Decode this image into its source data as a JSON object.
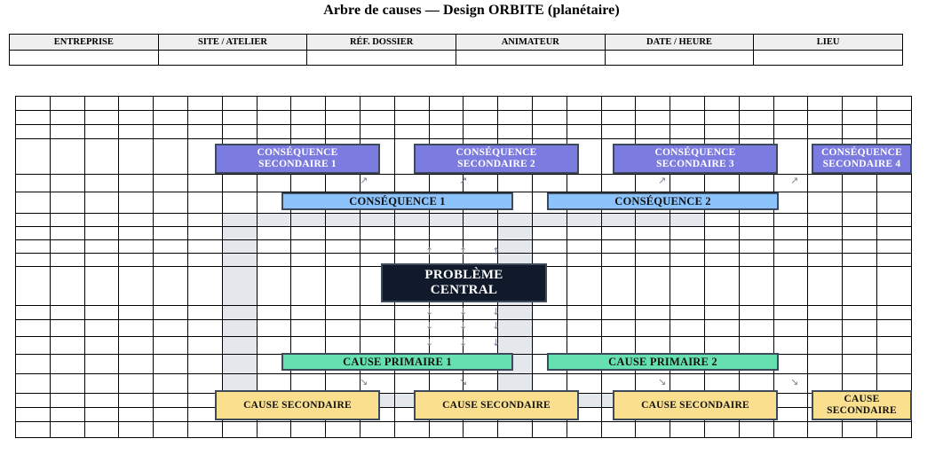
{
  "document": {
    "title": "Arbre de causes — Design ORBITE (planétaire)"
  },
  "header_table": {
    "columns": [
      "ENTREPRISE",
      "SITE / ATELIER",
      "RÉF. DOSSIER",
      "ANIMATEUR",
      "DATE / HEURE",
      "LIEU"
    ],
    "values": [
      "",
      "",
      "",
      "",
      "",
      ""
    ]
  },
  "diagram": {
    "grid": {
      "columns": 26,
      "rows": 19
    },
    "colors": {
      "consequence_secondaire": "#7b7be0",
      "consequence": "#8cc3fb",
      "probleme_central": "#111a2b",
      "cause_primaire": "#66e0b0",
      "cause_secondaire": "#fadf8e",
      "node_border": "#3d4a5c",
      "grid_line": "#000000",
      "shaded_cell": "#e4e7eb",
      "arrow": "#7a8292"
    },
    "nodes": {
      "consequences_secondaires": [
        {
          "label": "CONSÉQUENCE\nSECONDAIRE 1"
        },
        {
          "label": "CONSÉQUENCE\nSECONDAIRE 2"
        },
        {
          "label": "CONSÉQUENCE\nSECONDAIRE 3"
        },
        {
          "label": "CONSÉQUENCE\nSECONDAIRE 4"
        }
      ],
      "consequences": [
        {
          "label": "CONSÉQUENCE 1"
        },
        {
          "label": "CONSÉQUENCE 2"
        }
      ],
      "central": {
        "label": "PROBLÈME\nCENTRAL"
      },
      "causes_primaires": [
        {
          "label": "CAUSE PRIMAIRE 1"
        },
        {
          "label": "CAUSE PRIMAIRE 2"
        }
      ],
      "causes_secondaires": [
        {
          "label": "CAUSE SECONDAIRE"
        },
        {
          "label": "CAUSE SECONDAIRE"
        },
        {
          "label": "CAUSE SECONDAIRE"
        },
        {
          "label": "CAUSE\nSECONDAIRE"
        }
      ]
    },
    "arrows": {
      "up_glyph": "↑",
      "down_glyph": "↓",
      "up_right_glyph": "↗",
      "down_right_glyph": "↘"
    }
  }
}
